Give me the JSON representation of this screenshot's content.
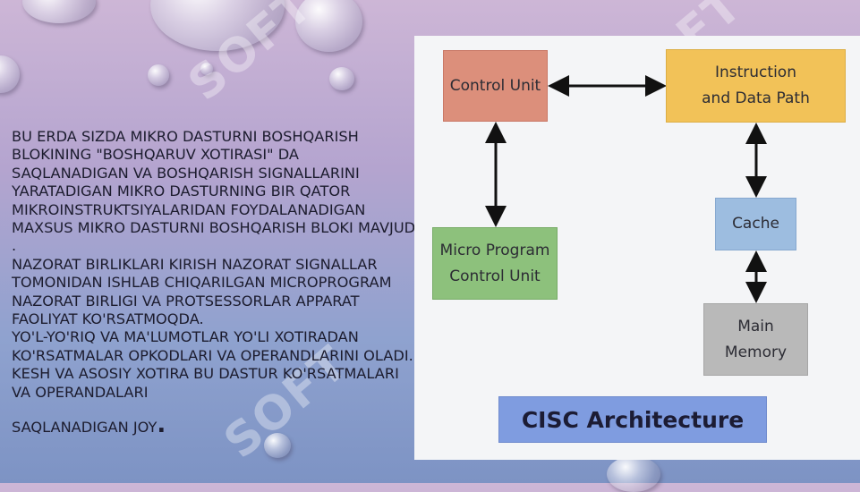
{
  "slide": {
    "paragraphs": [
      "Bu erda sizda mikro dasturni boshqarish blokining \"Boshqaruv xotirasi\" da saqlanadigan va boshqarish signallarini yaratadigan mikro dasturning bir qator mikroinstruktsiyalaridan foydalanadigan maxsus mikro dasturni boshqarish bloki mavjud .",
      "Nazorat birliklari kirish nazorat signallar tomonidan ishlab chiqarilgan microprogram nazorat birligi va protsessorlar apparat faoliyat ko'rsatmoqda.",
      "Yo'l-yo'riq va ma'lumotlar yo'li xotiradan ko'rsatmalar opkodlari va operandlarini oladi.",
      "Kesh va asosiy xotira bu dastur ko'rsatmalari va operandalari"
    ],
    "last_line": "saqlanadigan joy",
    "last_punct": ".",
    "watermark": "SOFT"
  },
  "diagram": {
    "control_unit": "Control Unit",
    "instruction_line1": "Instruction",
    "instruction_line2": "and Data Path",
    "cache": "Cache",
    "micro_line1": "Micro Program",
    "micro_line2": "Control Unit",
    "main_line1": "Main",
    "main_line2": "Memory",
    "title": "CISC Architecture"
  },
  "colors": {
    "control_unit": "#dc8f7b",
    "instruction": "#f2c258",
    "cache": "#9dbde0",
    "micro": "#8dc17c",
    "main_memory": "#b9b9b9",
    "cisc": "#7f9ce0"
  }
}
